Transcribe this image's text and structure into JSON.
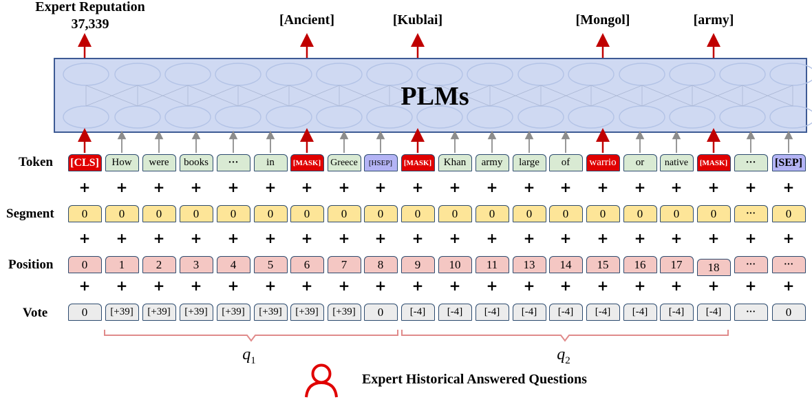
{
  "header": {
    "expert_reputation_label": "Expert Reputation",
    "expert_reputation_value": "37,339"
  },
  "outputs": [
    {
      "col": 0,
      "text": ""
    },
    {
      "col": 6,
      "text": "[Ancient]"
    },
    {
      "col": 9,
      "text": "[Kublai]"
    },
    {
      "col": 14,
      "text": "[Mongol]"
    },
    {
      "col": 17,
      "text": "[army]"
    }
  ],
  "model": {
    "label": "PLMs"
  },
  "row_labels": {
    "token": "Token",
    "segment": "Segment",
    "position": "Position",
    "vote": "Vote"
  },
  "tokens": [
    "[CLS]",
    "How",
    "were",
    "books",
    "···",
    "in",
    "[MASK]",
    "Greece",
    "[HSEP]",
    "[MASK]",
    "Khan",
    "army",
    "large",
    "of",
    "warrio",
    "or",
    "native",
    "[MASK]",
    "···",
    "[SEP]"
  ],
  "token_types": [
    "special-red",
    "word",
    "word",
    "word",
    "word",
    "word",
    "mask",
    "word",
    "hsep",
    "mask",
    "word",
    "word",
    "word",
    "word",
    "mask",
    "word",
    "word",
    "mask",
    "word",
    "sep"
  ],
  "segments": [
    "0",
    "0",
    "0",
    "0",
    "0",
    "0",
    "0",
    "0",
    "0",
    "0",
    "0",
    "0",
    "0",
    "0",
    "0",
    "0",
    "0",
    "0",
    "···",
    "0"
  ],
  "positions": [
    "0",
    "1",
    "2",
    "3",
    "4",
    "5",
    "6",
    "7",
    "8",
    "9",
    "10",
    "11",
    "13",
    "14",
    "15",
    "16",
    "17",
    "18",
    "···",
    "···"
  ],
  "votes": [
    "0",
    "[+39]",
    "[+39]",
    "[+39]",
    "[+39]",
    "[+39]",
    "[+39]",
    "[+39]",
    "0",
    "[-4]",
    "[-4]",
    "[-4]",
    "[-4]",
    "[-4]",
    "[-4]",
    "[-4]",
    "[-4]",
    "[-4]",
    "···",
    "0"
  ],
  "plus_sign": "+",
  "groups": [
    {
      "label": "q",
      "sub": "1"
    },
    {
      "label": "q",
      "sub": "2"
    }
  ],
  "footer": {
    "caption": "Expert Historical Answered Questions"
  },
  "colors": {
    "plm_fill": "#cfd9f2",
    "plm_border": "#3d5a94",
    "ellipse": "#b3c3e6",
    "arrow_red": "#c00000",
    "arrow_gray": "#8c8c8c",
    "token_word": "#d9ead3",
    "token_red": "#e00000",
    "token_hsep": "#b4b4f5",
    "segment": "#fde598",
    "position": "#f4c7c3",
    "vote": "#ececec",
    "brace": "#e08a8a"
  }
}
